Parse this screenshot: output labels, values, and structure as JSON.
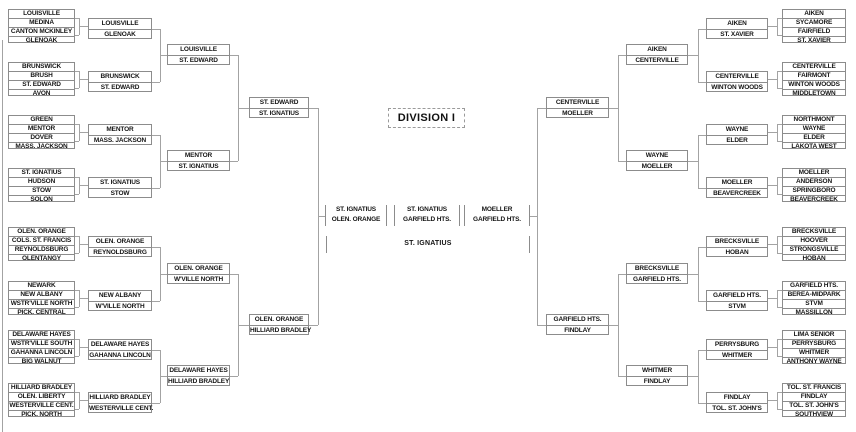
{
  "title": "DIVISION I",
  "champion": "ST. IGNATIUS",
  "center": {
    "semifinal_left": [
      "ST. IGNATIUS",
      "OLEN. ORANGE"
    ],
    "final": [
      "ST. IGNATIUS",
      "GARFIELD HTS."
    ],
    "semifinal_right": [
      "MOELLER",
      "GARFIELD HTS."
    ]
  },
  "left": {
    "round1": [
      [
        "LOUISVILLE",
        "MEDINA",
        "CANTON MCKINLEY",
        "GLENOAK"
      ],
      [
        "BRUNSWICK",
        "BRUSH",
        "ST. EDWARD",
        "AVON"
      ],
      [
        "GREEN",
        "MENTOR",
        "DOVER",
        "MASS. JACKSON"
      ],
      [
        "ST. IGNATIUS",
        "HUDSON",
        "STOW",
        "SOLON"
      ],
      [
        "OLEN. ORANGE",
        "COLS. ST. FRANCIS",
        "REYNOLDSBURG",
        "OLENTANGY"
      ],
      [
        "NEWARK",
        "NEW ALBANY",
        "WSTR'VILLE NORTH",
        "PICK. CENTRAL"
      ],
      [
        "DELAWARE HAYES",
        "WSTR'VILLE SOUTH",
        "GAHANNA LINCOLN",
        "BIG WALNUT"
      ],
      [
        "HILLIARD BRADLEY",
        "OLEN. LIBERTY",
        "WESTERVILLE CENT.",
        "PICK. NORTH"
      ]
    ],
    "round2": [
      [
        "LOUISVILLE",
        "GLENOAK"
      ],
      [
        "BRUNSWICK",
        "ST. EDWARD"
      ],
      [
        "MENTOR",
        "MASS. JACKSON"
      ],
      [
        "ST. IGNATIUS",
        "STOW"
      ],
      [
        "OLEN. ORANGE",
        "REYNOLDSBURG"
      ],
      [
        "NEW ALBANY",
        "W'VILLE NORTH"
      ],
      [
        "DELAWARE HAYES",
        "GAHANNA LINCOLN"
      ],
      [
        "HILLIARD BRADLEY",
        "WESTERVILLE CENT."
      ]
    ],
    "round3": [
      [
        "LOUISVILLE",
        "ST. EDWARD"
      ],
      [
        "MENTOR",
        "ST. IGNATIUS"
      ],
      [
        "OLEN. ORANGE",
        "W'VILLE NORTH"
      ],
      [
        "DELAWARE HAYES",
        "HILLIARD BRADLEY"
      ]
    ],
    "round4": [
      [
        "ST. EDWARD",
        "ST. IGNATIUS"
      ],
      [
        "OLEN. ORANGE",
        "HILLIARD BRADLEY"
      ]
    ]
  },
  "right": {
    "round1": [
      [
        "AIKEN",
        "SYCAMORE",
        "FAIRFIELD",
        "ST. XAVIER"
      ],
      [
        "CENTERVILLE",
        "FAIRMONT",
        "WINTON WOODS",
        "MIDDLETOWN"
      ],
      [
        "NORTHMONT",
        "WAYNE",
        "ELDER",
        "LAKOTA WEST"
      ],
      [
        "MOELLER",
        "ANDERSON",
        "SPRINGBORO",
        "BEAVERCREEK"
      ],
      [
        "BRECKSVILLE",
        "HOOVER",
        "STRONGSVILLE",
        "HOBAN"
      ],
      [
        "GARFIELD HTS.",
        "BEREA-MIDPARK",
        "STVM",
        "MASSILLON"
      ],
      [
        "LIMA SENIOR",
        "PERRYSBURG",
        "WHITMER",
        "ANTHONY WAYNE"
      ],
      [
        "TOL. ST. FRANCIS",
        "FINDLAY",
        "TOL. ST. JOHN'S",
        "SOUTHVIEW"
      ]
    ],
    "round2": [
      [
        "AIKEN",
        "ST. XAVIER"
      ],
      [
        "CENTERVILLE",
        "WINTON WOODS"
      ],
      [
        "WAYNE",
        "ELDER"
      ],
      [
        "MOELLER",
        "BEAVERCREEK"
      ],
      [
        "BRECKSVILLE",
        "HOBAN"
      ],
      [
        "GARFIELD HTS.",
        "STVM"
      ],
      [
        "PERRYSBURG",
        "WHITMER"
      ],
      [
        "FINDLAY",
        "TOL. ST. JOHN'S"
      ]
    ],
    "round3": [
      [
        "AIKEN",
        "CENTERVILLE"
      ],
      [
        "WAYNE",
        "MOELLER"
      ],
      [
        "BRECKSVILLE",
        "GARFIELD HTS."
      ],
      [
        "WHITMER",
        "FINDLAY"
      ]
    ],
    "round4": [
      [
        "CENTERVILLE",
        "MOELLER"
      ],
      [
        "GARFIELD HTS.",
        "FINDLAY"
      ]
    ]
  },
  "colors": {
    "connector_line": "#a3a3a3",
    "box_border": "#8c8c8c",
    "text": "#141414",
    "background": "#ffffff"
  }
}
